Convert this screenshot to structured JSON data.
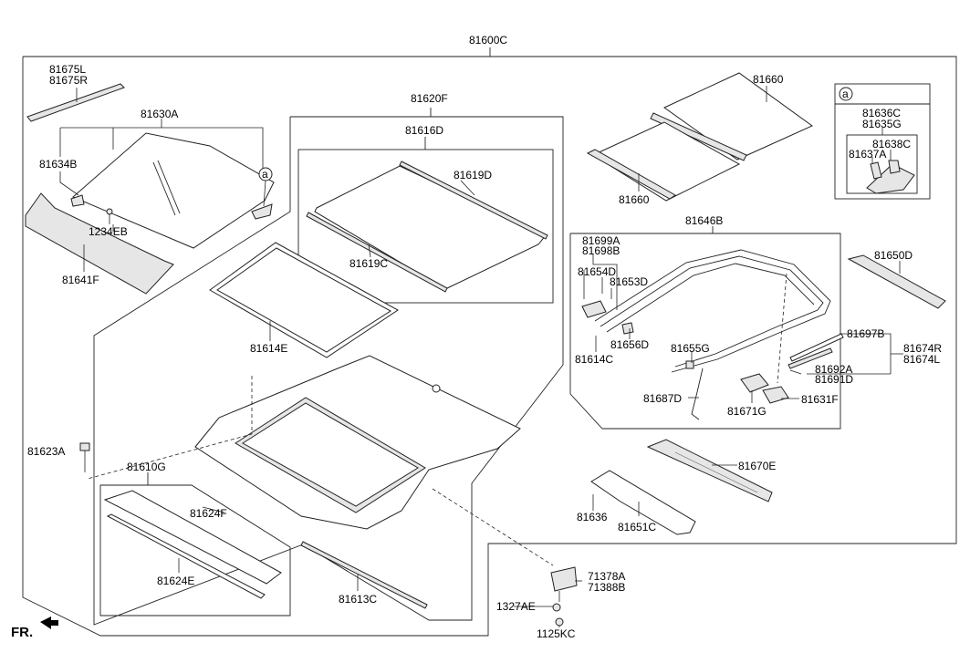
{
  "labels": {
    "main_assembly": "81600C",
    "roof_moulding": "81675L",
    "roof_moulding_r": "81675R",
    "front_glass": "81630A",
    "bracket": "81634B",
    "screw": "1234EB",
    "front_rail": "81641F",
    "callout_a": "a",
    "callout_a_box": "a",
    "rear_assembly": "81620F",
    "rear_glass": "81616D",
    "rear_moulding_top": "81619D",
    "rear_moulding_bottom": "81619C",
    "weatherstrip": "81614E",
    "sunshade_top": "81660",
    "sunshade_bottom": "81660",
    "box_part_c": "81636C",
    "box_part_g": "81635G",
    "box_part_cc": "81638C",
    "box_part_a": "81637A",
    "frame_assembly": "81646B",
    "part_81699a": "81699A",
    "part_81698b": "81698B",
    "part_81654d": "81654D",
    "part_81653d": "81653D",
    "part_81656d": "81656D",
    "part_81614c": "81614C",
    "part_81655g": "81655G",
    "part_81687d": "81687D",
    "part_81671g": "81671G",
    "part_81631f": "81631F",
    "part_81650d": "81650D",
    "part_81697b": "81697B",
    "part_81674r": "81674R",
    "part_81674l": "81674L",
    "part_81692a": "81692A",
    "part_81691d": "81691D",
    "part_81623a": "81623A",
    "part_81610g": "81610G",
    "part_81624f": "81624F",
    "part_81624e": "81624E",
    "part_81613c": "81613C",
    "part_81670e": "81670E",
    "part_81636": "81636",
    "part_81651c": "81651C",
    "part_71378a": "71378A",
    "part_71388b": "71388B",
    "part_1327ae": "1327AE",
    "part_1125kc": "1125KC",
    "front_marker": "FR."
  },
  "colors": {
    "link_blue": "#0000cc",
    "line": "#222222",
    "background": "#ffffff"
  }
}
